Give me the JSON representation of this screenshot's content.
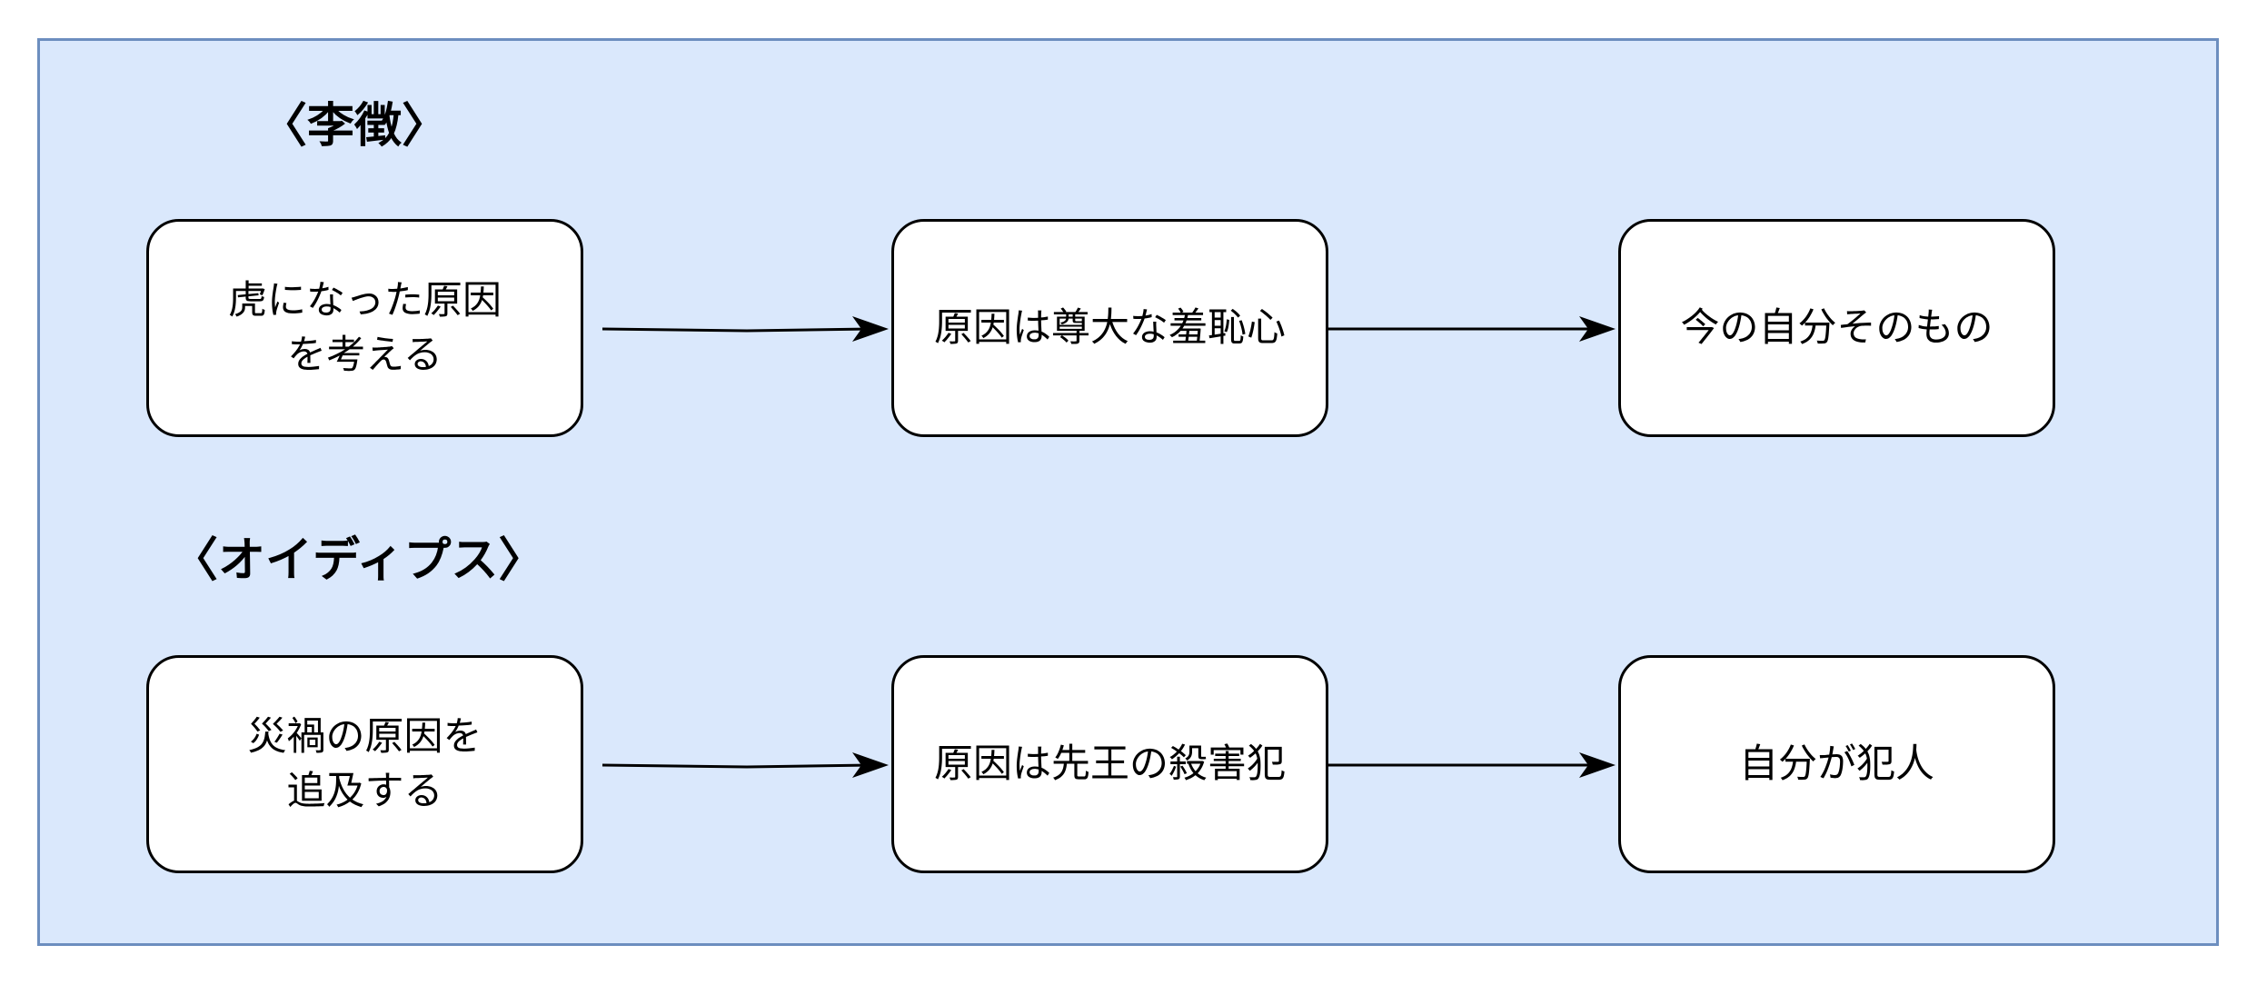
{
  "colors": {
    "panel_fill": "#dae8fc",
    "panel_border": "#6c8ebf",
    "box_fill": "#ffffff",
    "stroke": "#000000"
  },
  "rows": [
    {
      "heading": "〈李徴〉",
      "steps": [
        "虎になった原因\nを考える",
        "原因は尊大な羞恥心",
        "今の自分そのもの"
      ]
    },
    {
      "heading": "〈オイディプス〉",
      "steps": [
        "災禍の原因を\n追及する",
        "原因は先王の殺害犯",
        "自分が犯人"
      ]
    }
  ]
}
